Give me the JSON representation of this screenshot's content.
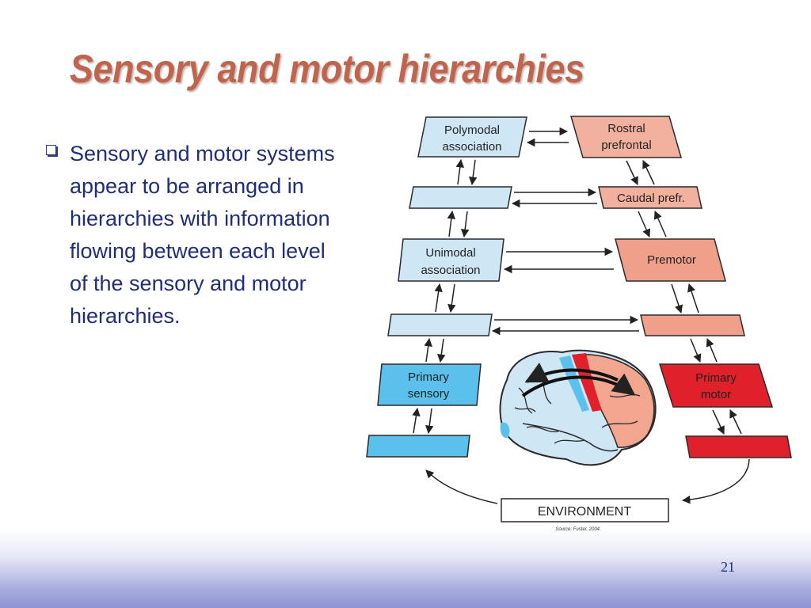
{
  "slide": {
    "title": "Sensory and motor hierarchies",
    "bullet": "Sensory and motor systems appear to be arranged in hierarchies with information flowing between each level of the sensory and motor hierarchies.",
    "page_number": "21"
  },
  "diagram": {
    "sensory": {
      "polymodal": [
        "Polymodal",
        "association"
      ],
      "unimodal": [
        "Unimodal",
        "association"
      ],
      "primary": [
        "Primary",
        "sensory"
      ]
    },
    "motor": {
      "rostral": [
        "Rostral",
        "prefrontal"
      ],
      "caudal": "Caudal prefr.",
      "premotor": "Premotor",
      "primary": [
        "Primary",
        "motor"
      ]
    },
    "environment": "ENVIRONMENT",
    "source": "Source: Fuster, 2004.",
    "colors": {
      "light_blue": "#cfe6f5",
      "mid_blue": "#5bc0eb",
      "light_salmon": "#f2b09e",
      "salmon": "#f0a08a",
      "red": "#e0202a"
    }
  }
}
